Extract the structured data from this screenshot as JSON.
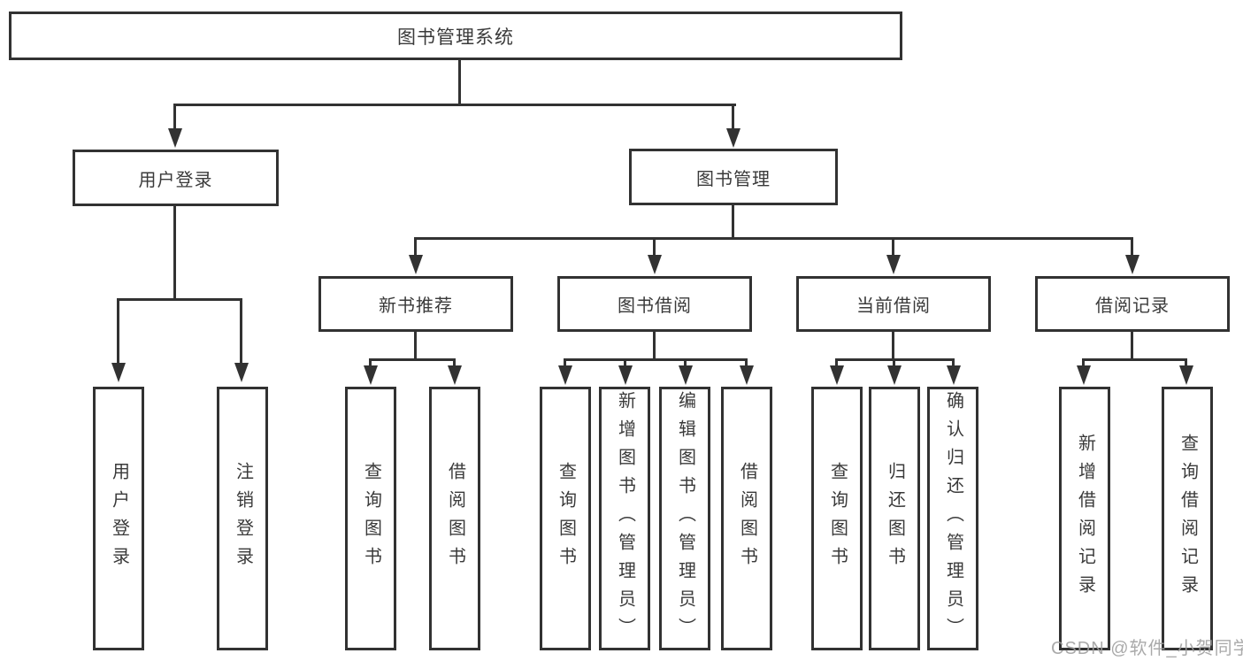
{
  "diagram": {
    "tree": {
      "root": "图书管理系统",
      "branches": [
        {
          "label": "用户登录",
          "children": [
            "用户登录",
            "注销登录"
          ]
        },
        {
          "label": "图书管理",
          "groups": [
            {
              "label": "新书推荐",
              "children": [
                "查询图书",
                "借阅图书"
              ]
            },
            {
              "label": "图书借阅",
              "children": [
                "查询图书",
                "新增图书（管理员）",
                "编辑图书（管理员）",
                "借阅图书"
              ]
            },
            {
              "label": "当前借阅",
              "children": [
                "查询图书",
                "归还图书",
                "确认归还（管理员）"
              ]
            },
            {
              "label": "借阅记录",
              "children": [
                "新增借阅记录",
                "查询借阅记录"
              ]
            }
          ]
        }
      ]
    },
    "colors": {
      "line": "#323232",
      "text": "#3a3a3a",
      "background": "#ffffff",
      "watermark": "#9e9e9e"
    }
  },
  "watermark": "CSDN @软件_小贺同学"
}
